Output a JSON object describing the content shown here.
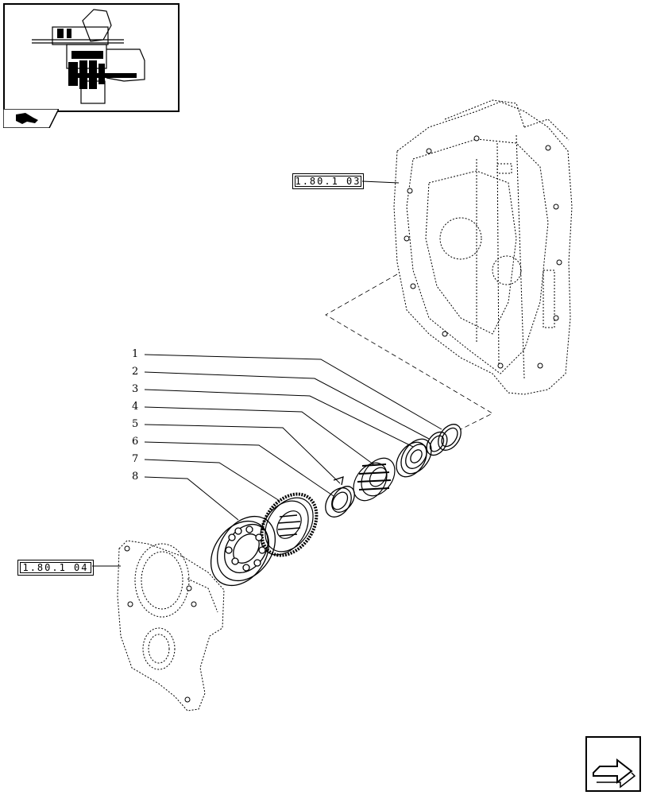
{
  "references": {
    "gearbox_housing": "1.80.1 03",
    "cover_plate": "1.80.1 04"
  },
  "callouts": [
    "1",
    "2",
    "3",
    "4",
    "5",
    "6",
    "7",
    "8"
  ],
  "icons": {
    "thumbnail": "assembly-thumbnail-icon",
    "section_tab": "tractor-section-icon",
    "next_page": "next-page-arrow-icon"
  }
}
